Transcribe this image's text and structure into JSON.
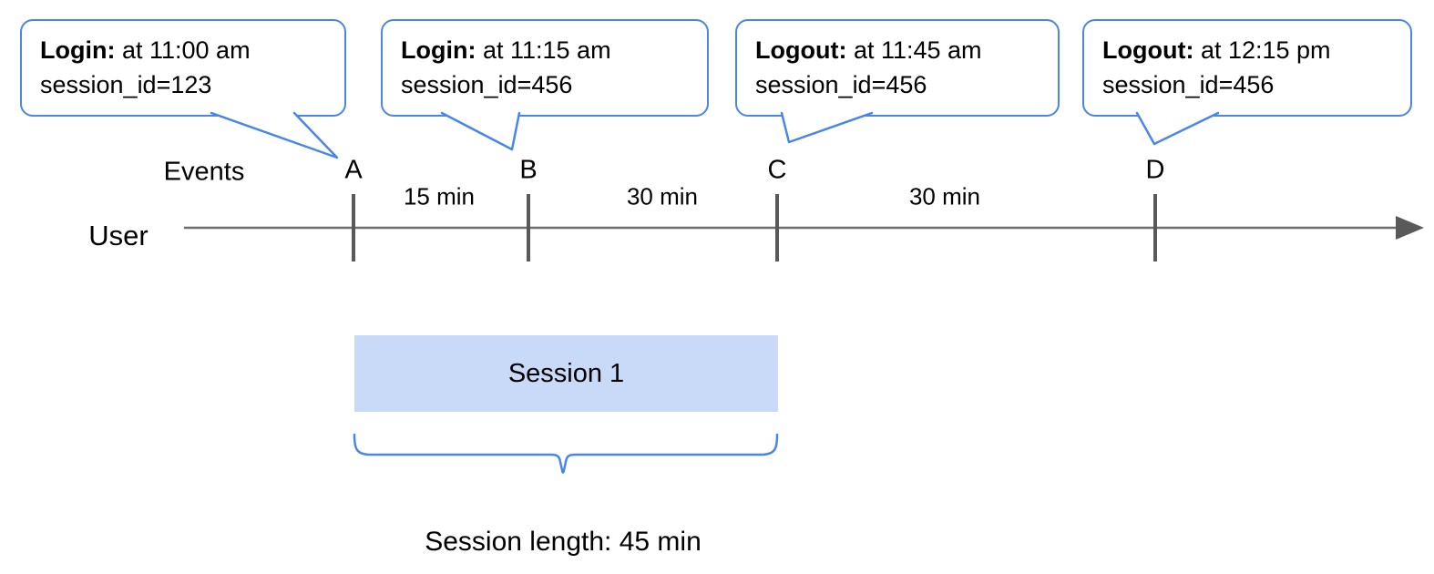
{
  "colors": {
    "accent_blue": "#4a86e8",
    "session_fill": "#c9daf8",
    "timeline_gray": "#6e6e6e",
    "tick_gray": "#595959"
  },
  "callouts": [
    {
      "event": "Login:",
      "detail": " at 11:00 am",
      "session_line": "session_id=123",
      "points_to": "A"
    },
    {
      "event": "Login:",
      "detail": " at 11:15 am",
      "session_line": "session_id=456",
      "points_to": "B"
    },
    {
      "event": "Logout:",
      "detail": " at 11:45 am",
      "session_line": "session_id=456",
      "points_to": "C"
    },
    {
      "event": "Logout:",
      "detail": " at 12:15 pm",
      "session_line": "session_id=456",
      "points_to": "D"
    }
  ],
  "timeline": {
    "events_label": "Events",
    "axis_label": "User",
    "event_marks": [
      "A",
      "B",
      "C",
      "D"
    ],
    "intervals": [
      "15 min",
      "30 min",
      "30 min"
    ]
  },
  "session": {
    "bar_label": "Session 1",
    "length_label": "Session length: 45 min"
  }
}
